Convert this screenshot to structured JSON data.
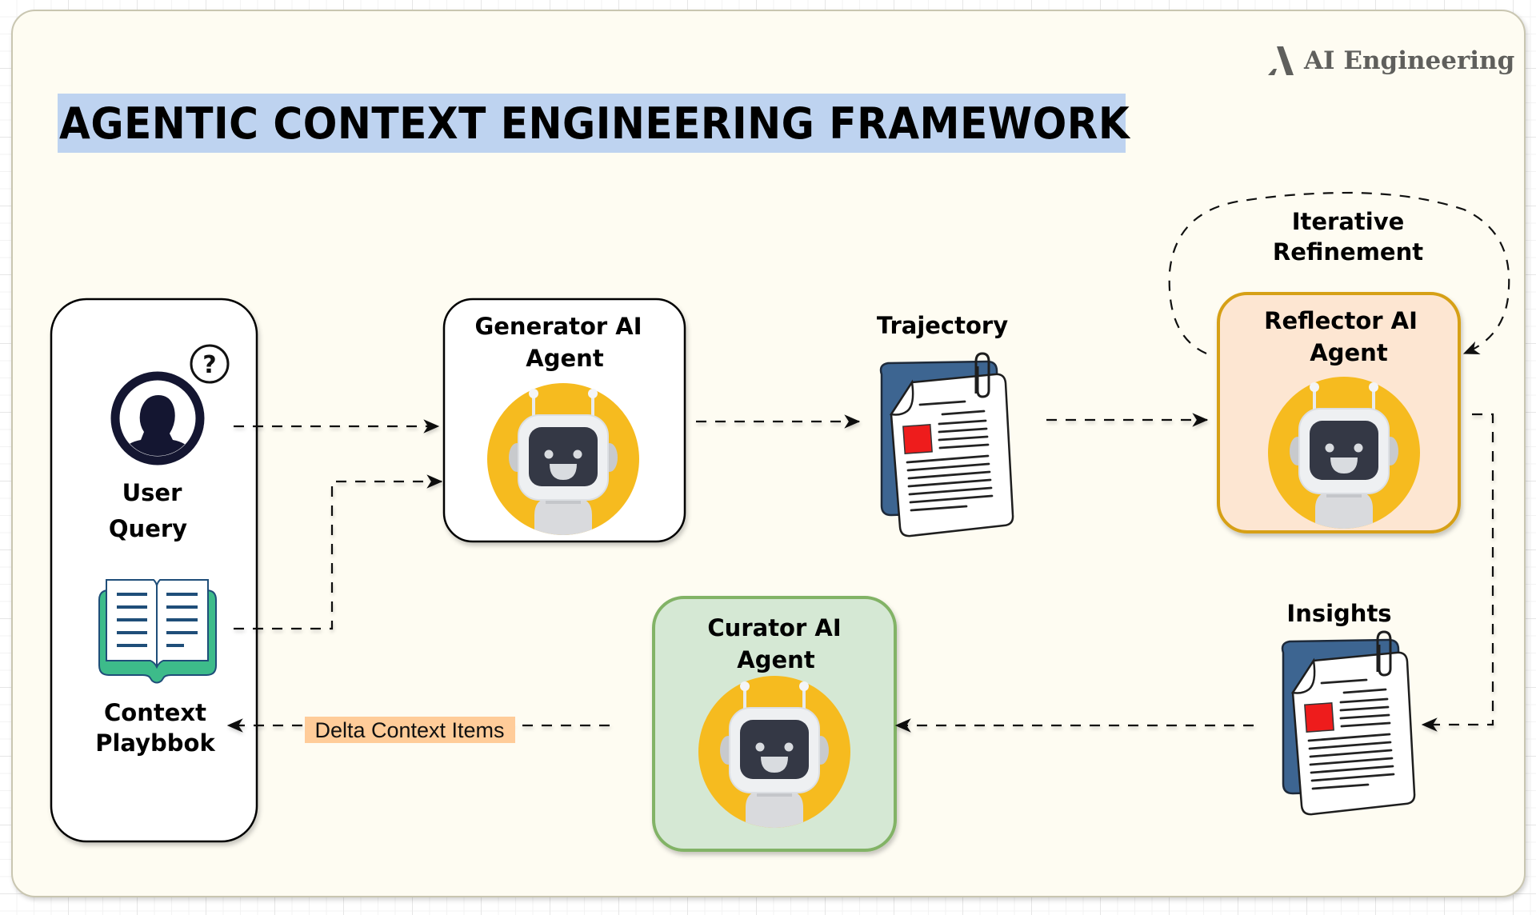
{
  "brand": {
    "name": "AI Engineering",
    "logo_icon": "ai-engineering-logo-icon"
  },
  "title": "AGENTIC CONTEXT ENGINEERING FRAMEWORK",
  "nodes": {
    "user_query": {
      "line1": "User",
      "line2": "Query",
      "icon": "user-question-icon"
    },
    "context_playbook": {
      "line1": "Context",
      "line2": "Playbbok",
      "icon": "open-book-icon"
    },
    "generator": {
      "line1": "Generator AI",
      "line2": "Agent",
      "icon": "robot-icon",
      "fill": "#ffffff",
      "border": "#000000"
    },
    "trajectory": {
      "label": "Trajectory",
      "icon": "document-icon"
    },
    "reflector": {
      "line1": "Reflector AI",
      "line2": "Agent",
      "icon": "robot-icon",
      "fill": "#fde6d2",
      "border": "#d6a016"
    },
    "insights": {
      "label": "Insights",
      "icon": "document-icon"
    },
    "curator": {
      "line1": "Curator AI",
      "line2": "Agent",
      "icon": "robot-icon",
      "fill": "#d5e8d4",
      "border": "#82b366"
    }
  },
  "loop": {
    "line1": "Iterative",
    "line2": "Refinement"
  },
  "edges": [
    {
      "from": "user_query",
      "to": "generator"
    },
    {
      "from": "context_playbook",
      "to": "generator"
    },
    {
      "from": "generator",
      "to": "trajectory"
    },
    {
      "from": "trajectory",
      "to": "reflector"
    },
    {
      "from": "reflector",
      "to": "reflector",
      "label": "Iterative Refinement"
    },
    {
      "from": "reflector",
      "to": "insights"
    },
    {
      "from": "insights",
      "to": "curator"
    },
    {
      "from": "curator",
      "to": "context_playbook",
      "label": "Delta Context Items"
    }
  ],
  "delta_label": "Delta Context Items",
  "colors": {
    "title_band": "#bed3f0",
    "card": "#fefcf2",
    "robot_circle": "#f6bb1f",
    "doc_back": "#3d6591",
    "doc_red": "#ee1c1c",
    "book_green": "#3dbb8a",
    "book_blue": "#1f4e79",
    "user_navy": "#141631"
  }
}
